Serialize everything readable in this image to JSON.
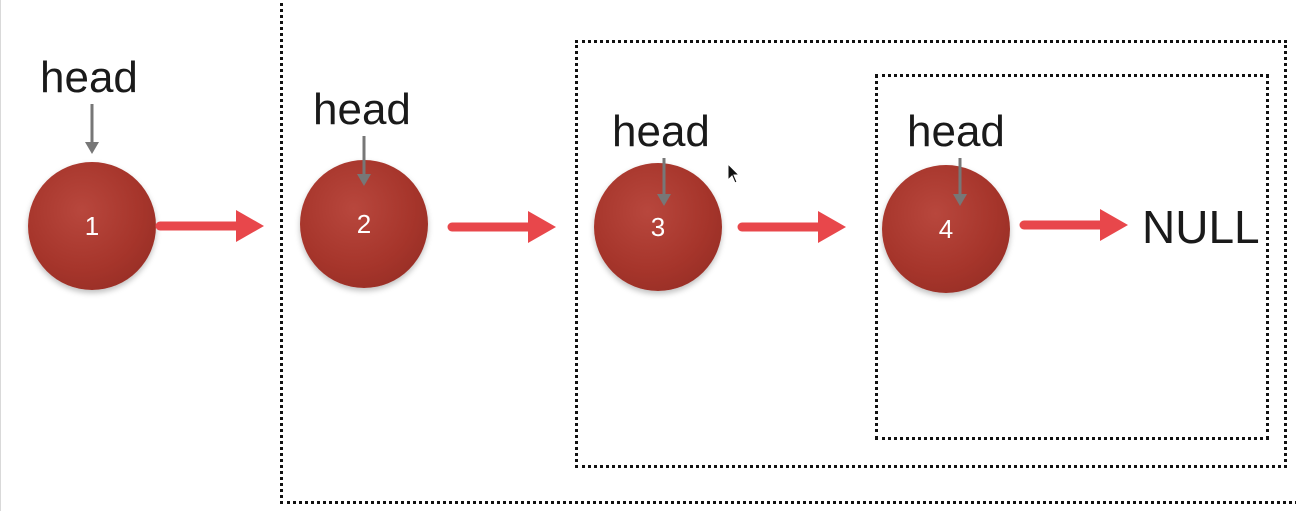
{
  "diagram": {
    "nodes": [
      {
        "value": "1",
        "pointer_label": "head"
      },
      {
        "value": "2",
        "pointer_label": "head"
      },
      {
        "value": "3",
        "pointer_label": "head"
      },
      {
        "value": "4",
        "pointer_label": "head"
      }
    ],
    "terminal_label": "NULL",
    "colors": {
      "node_fill": "#a6352b",
      "next_arrow": "#e8474b",
      "pointer_arrow": "#777777",
      "box_border": "#111111",
      "text": "#1a1a1a"
    },
    "icons": {
      "cursor": "mouse-pointer-icon"
    }
  }
}
